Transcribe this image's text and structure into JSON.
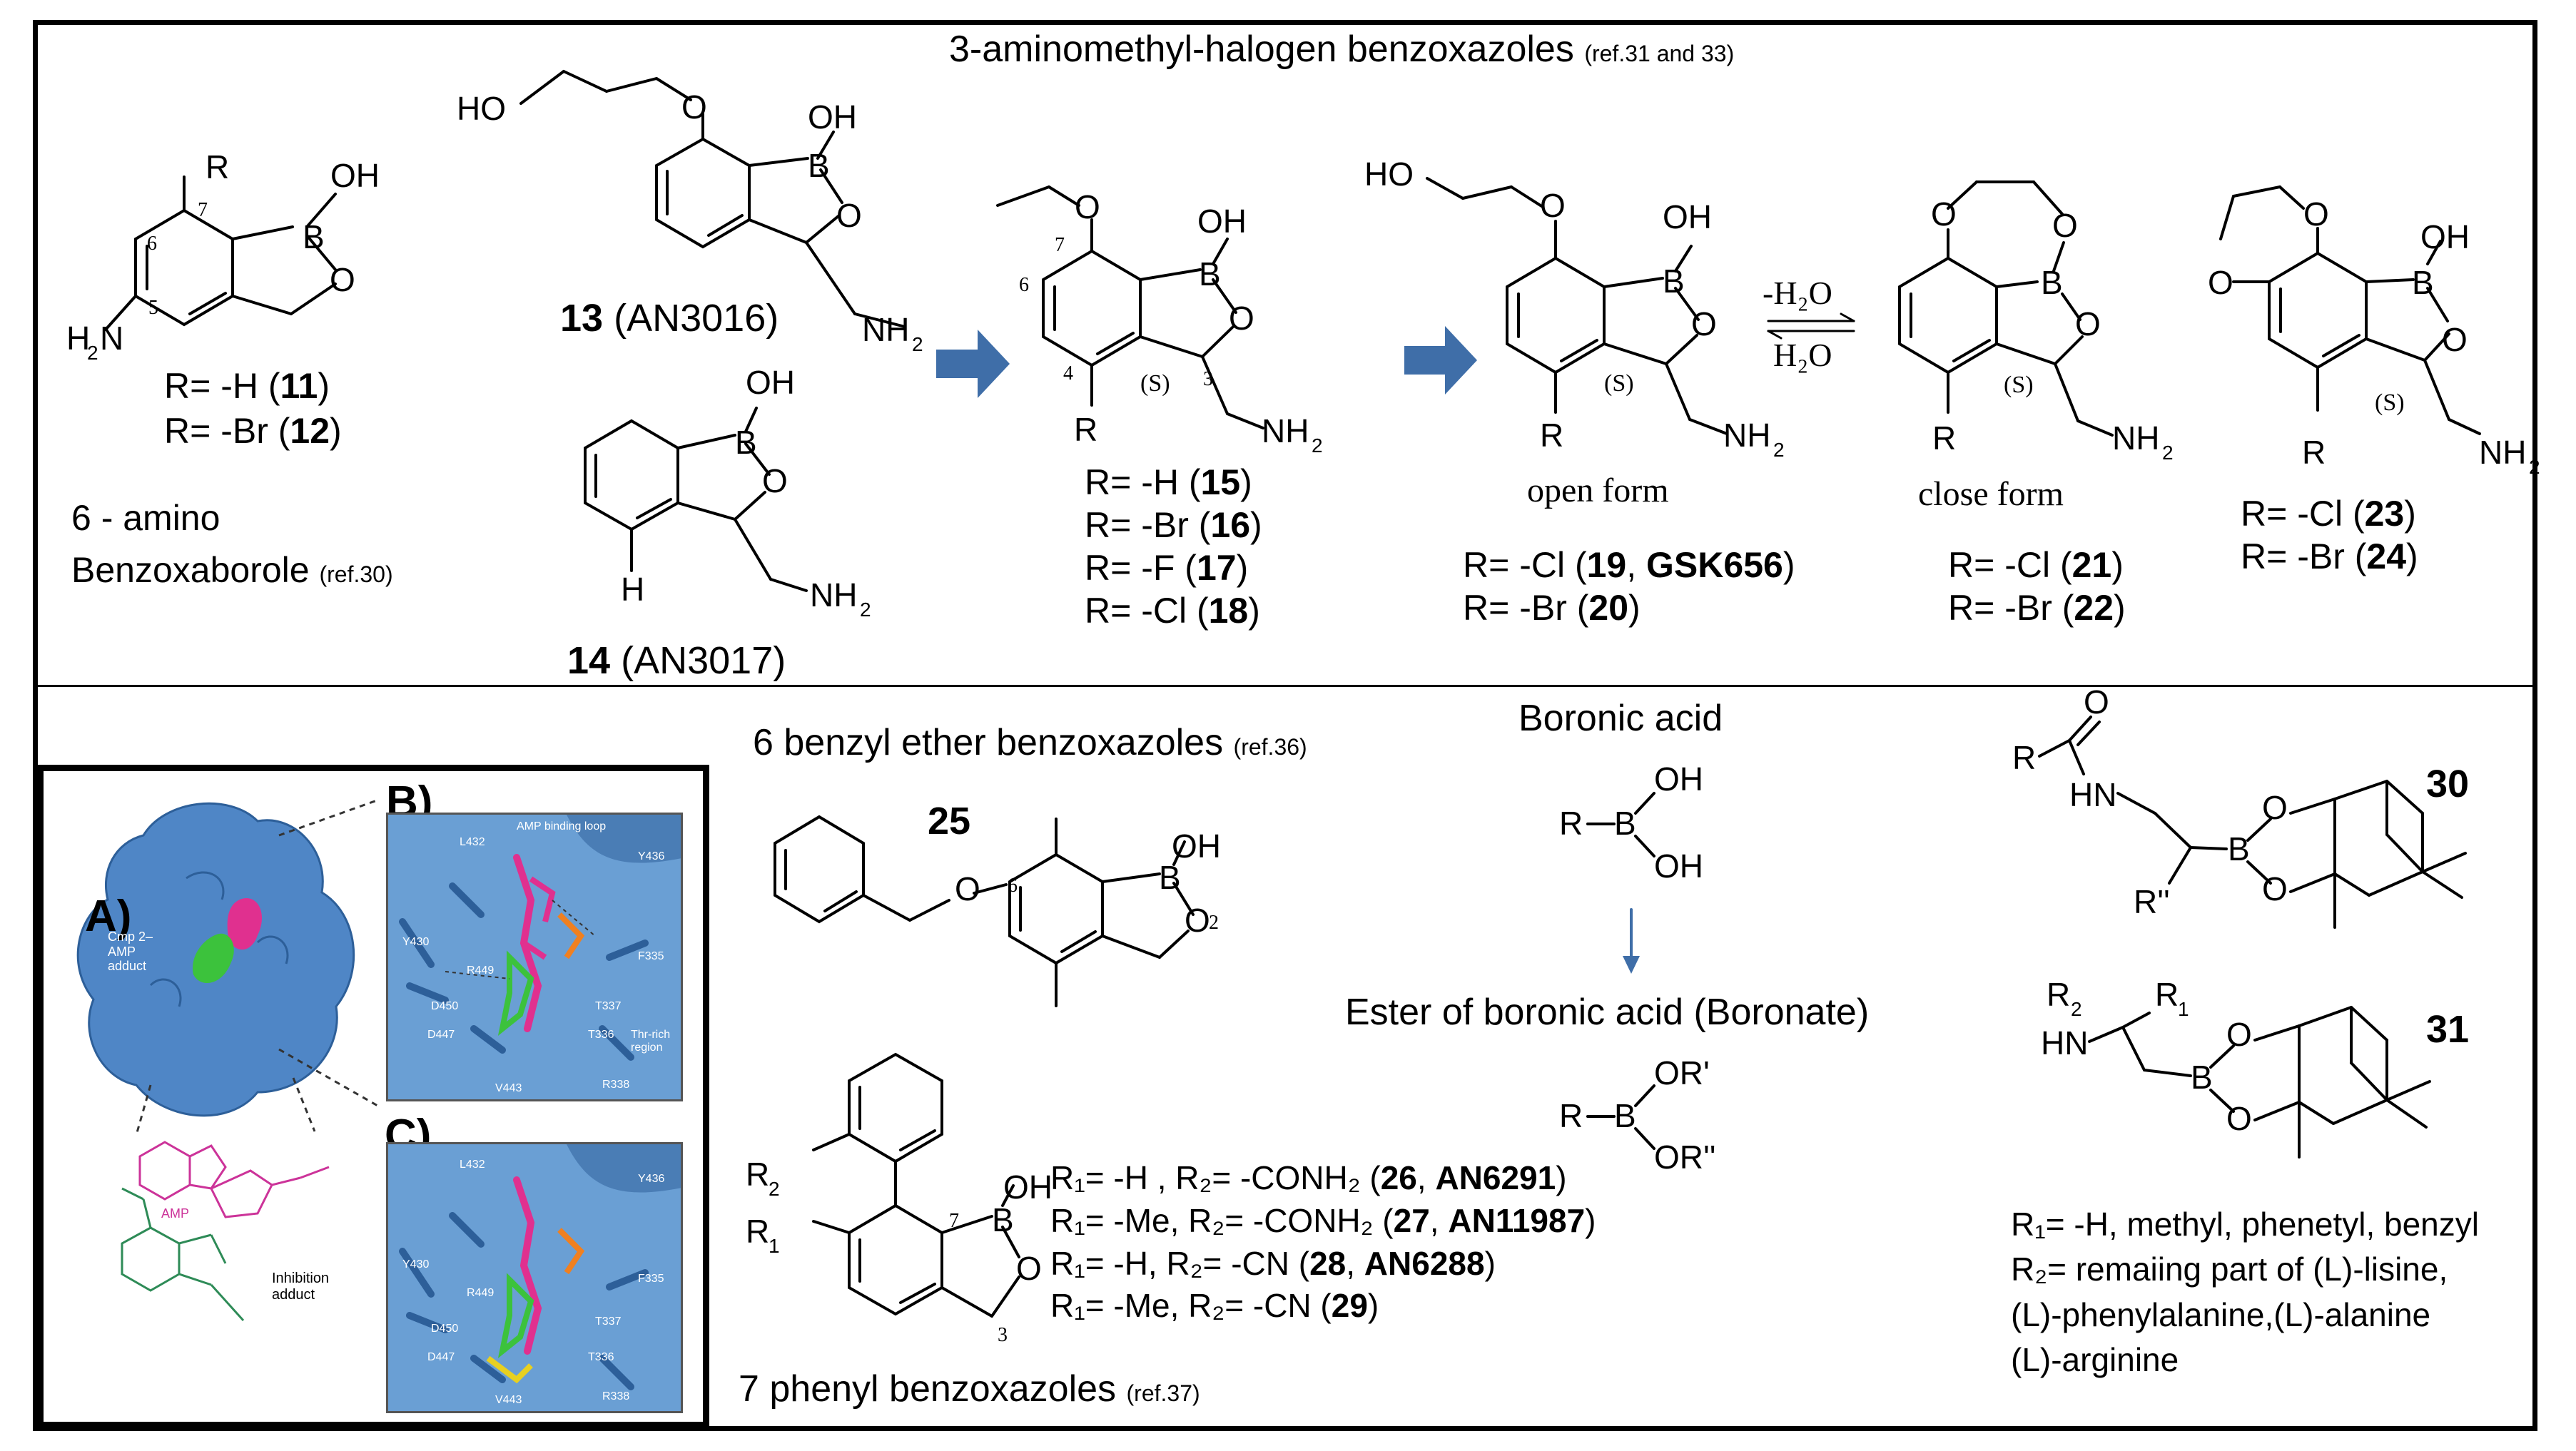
{
  "sections": {
    "top_title": "3-aminomethyl-halogen benzoxazoles",
    "top_ref": "(ref.31 and 33)",
    "benzyl_title": "6 benzyl ether benzoxazoles",
    "benzyl_ref": "(ref.36)",
    "phenyl_title": "7 phenyl benzoxazoles",
    "phenyl_ref": "(ref.37)",
    "boronic_title": "Boronic acid",
    "boronate_title": "Ester of boronic acid (Boronate)"
  },
  "amino": {
    "line1": "6 - amino",
    "line2": "Benzoxaborole",
    "ref": "(ref.30)",
    "r1": "R= -H (",
    "r1n": "11",
    "r2": "R= -Br (",
    "r2n": "12"
  },
  "compounds": {
    "c13": "13",
    "c13_name": "(AN3016)",
    "c14": "14",
    "c14_name": "(AN3017)",
    "c25": "25",
    "c30": "30",
    "c31": "31"
  },
  "group15": {
    "rows": [
      {
        "pre": "R= -H  (",
        "num": "15",
        "post": ")"
      },
      {
        "pre": "R= -Br (",
        "num": "16",
        "post": ")"
      },
      {
        "pre": "R= -F  (",
        "num": "17",
        "post": ")"
      },
      {
        "pre": "R= -Cl (",
        "num": "18",
        "post": ")"
      }
    ]
  },
  "group19": {
    "label": "open form",
    "r1_pre": "R= -Cl (",
    "r1_num": "19",
    "r1_code": "GSK656",
    "r2_pre": "R= -Br (",
    "r2_num": "20"
  },
  "group21": {
    "label": "close form",
    "r1_pre": "R= -Cl (",
    "r1_num": "21",
    "r2_pre": "R= -Br (",
    "r2_num": "22"
  },
  "group23": {
    "r1_pre": "R= -Cl (",
    "r1_num": "23",
    "r2_pre": "R= -Br (",
    "r2_num": "24"
  },
  "equilibrium": {
    "forward": "-H₂O",
    "reverse": "H₂O"
  },
  "phenyl_rows": [
    {
      "text": "R₁= -H , R₂= -CONH₂ (",
      "num": "26",
      "code": "AN6291"
    },
    {
      "text": "R₁= -Me, R₂= -CONH₂ (",
      "num": "27",
      "code": "AN11987"
    },
    {
      "text": "R₁= -H, R₂= -CN (",
      "num": "28",
      "code": "AN6288"
    },
    {
      "text": "R₁= -Me, R₂= -CN (",
      "num": "29",
      "code": ""
    }
  ],
  "peptide": {
    "r1": "R₁= -H, methyl, phenetyl, benzyl",
    "r2_l1": "R₂= remaiing part of (L)-lisine,",
    "r2_l2": "(L)-phenylalanine,(L)-alanine",
    "r2_l3": "(L)-arginine"
  },
  "inset": {
    "label_a": "A)",
    "label_b": "B)",
    "label_c": "C)",
    "protein_note": "Cmp 2–AMP adduct",
    "amp": "AMP",
    "adduct": "Inhibition adduct",
    "residues": [
      "L432",
      "Y436",
      "Y430",
      "R449",
      "D450",
      "D447",
      "T337",
      "F335",
      "T336",
      "R338",
      "V443"
    ],
    "loop": "AMP binding loop",
    "region": "Thr-rich region"
  },
  "colors": {
    "arrow": "#3f6ea8",
    "protein": "#4f86c6",
    "magenta": "#e0308f",
    "green": "#3cc23c"
  }
}
